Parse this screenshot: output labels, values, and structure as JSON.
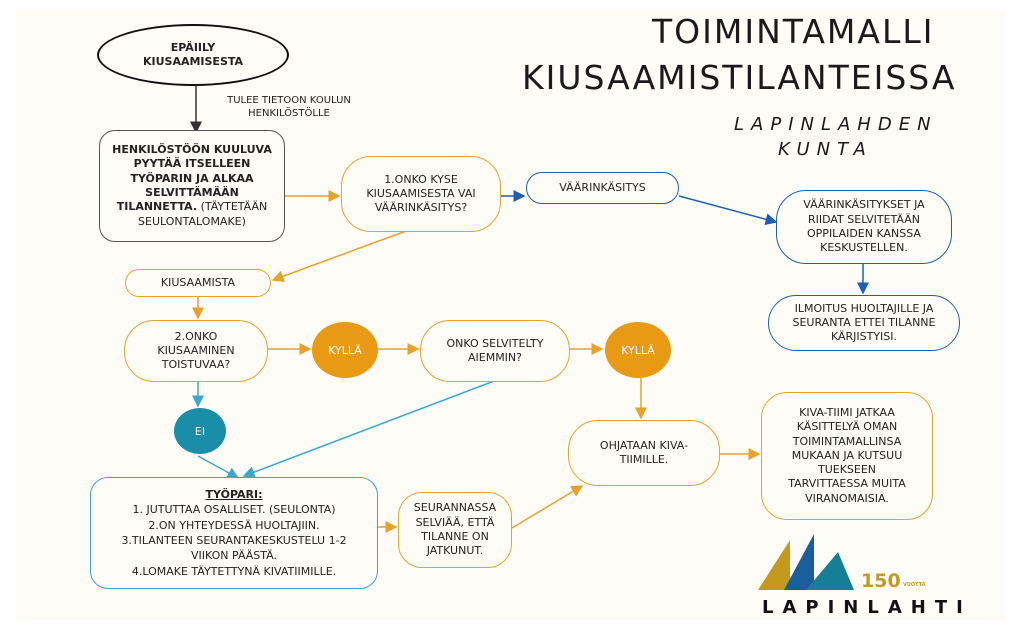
{
  "title": {
    "line1": "TOIMINTAMALLI",
    "line2": "KIUSAAMISTILANTEISSA"
  },
  "subtitle": {
    "line1": "LAPINLAHDEN",
    "line2": "KUNTA"
  },
  "nodes": {
    "start": "EPÄIILY\nKIUSAAMISESTA",
    "start_note": "TULEE TIETOON KOULUN\nHENKILÖSTÖLLE",
    "staff_bold": "HENKILÖSTÖÖN KUULUVA\nPYYTÄÄ ITSELLEEN\nTYÖPARIN JA ALKAA\nSELVITTÄMÄÄN\nTILANNETTA.",
    "staff_rest": " (TÄYTETÄÄN\nSEULONTALOMAKE)",
    "q1": "1.ONKO KYSE\nKIUSAAMISESTA VAI\nVÄÄRINKÄSITYS?",
    "misunderstanding": "VÄÄRINKÄSITYS",
    "misunderstanding_action": "VÄÄRINKÄSITYKSET JA\nRIIDAT SELVITETÄÄN\nOPPILAIDEN KANSSA\nKESKUSTELLEN.",
    "notify": "ILMOITUS HUOLTAJILLE JA\nSEURANTA ETTEI TILANNE\nKÄRJISTYISI.",
    "bullying": "KIUSAAMISTA",
    "q2": "2.ONKO\nKIUSAAMINEN\nTOISTUVAA?",
    "yes1": "KYLLÄ",
    "q3": "ONKO SELVITELTY\nAIEMMIN?",
    "yes2": "KYLLÄ",
    "no": "EI",
    "work_pair_title": "TYÖPARI:",
    "work_pair_steps": [
      "1. JUTUTTAA OSALLISET. (SEULONTA)",
      "2.ON YHTEYDESSÄ HUOLTAJIIN.",
      "3.TILANTEEN SEURANTAKESKUSTELU 1-2\nVIIKON PÄÄSTÄ.",
      "4.LOMAKE TÄYTETTYNÄ KIVATIIMILLE."
    ],
    "followup": "SEURANNASSA\nSELVIÄÄ, ETTÄ\nTILANNE ON\nJATKUNUT.",
    "kiva": "OHJATAAN KIVA-\nTIIMILLE.",
    "kiva_action": "KIVA-TIIMI JATKAA\nKÄSITTELYÄ OMAN\nTOIMINTAMALLINSA\nMUKAAN JA KUTSUU\nTUEKSEEN\nTARVITTAESSA MUITA\nVIRANOMAISIA."
  },
  "logo": {
    "number": "150",
    "sub": "VUOTTA",
    "name": "LAPINLAHTI"
  },
  "colors": {
    "orange": "#e7a22d",
    "blue": "#1e5fb0",
    "cyan": "#3aa7cc",
    "teal": "#1a8ea8",
    "gold": "#c49a1e"
  }
}
